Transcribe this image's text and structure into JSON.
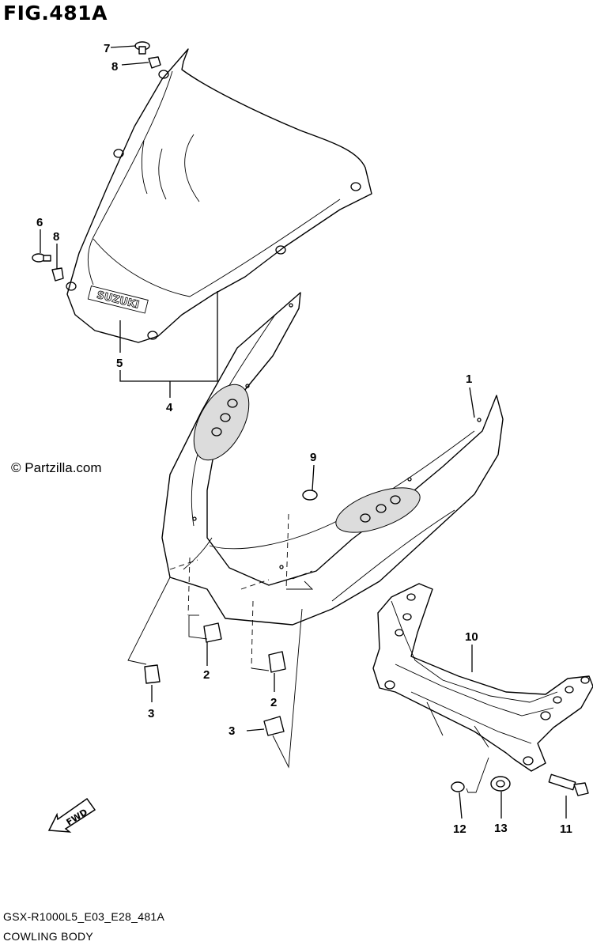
{
  "figure": {
    "title": "FIG.481A",
    "watermark": "© Partzilla.com",
    "model_code": "GSX-R1000L5_E03_E28_481A",
    "section_name": "COWLING BODY"
  },
  "windscreen": {
    "logo_text": "SUZUKI"
  },
  "fwd_label": "FWD",
  "callouts": [
    "7",
    "8",
    "6",
    "8",
    "5",
    "4",
    "1",
    "9",
    "10",
    "2",
    "2",
    "3",
    "3",
    "12",
    "13",
    "11"
  ]
}
